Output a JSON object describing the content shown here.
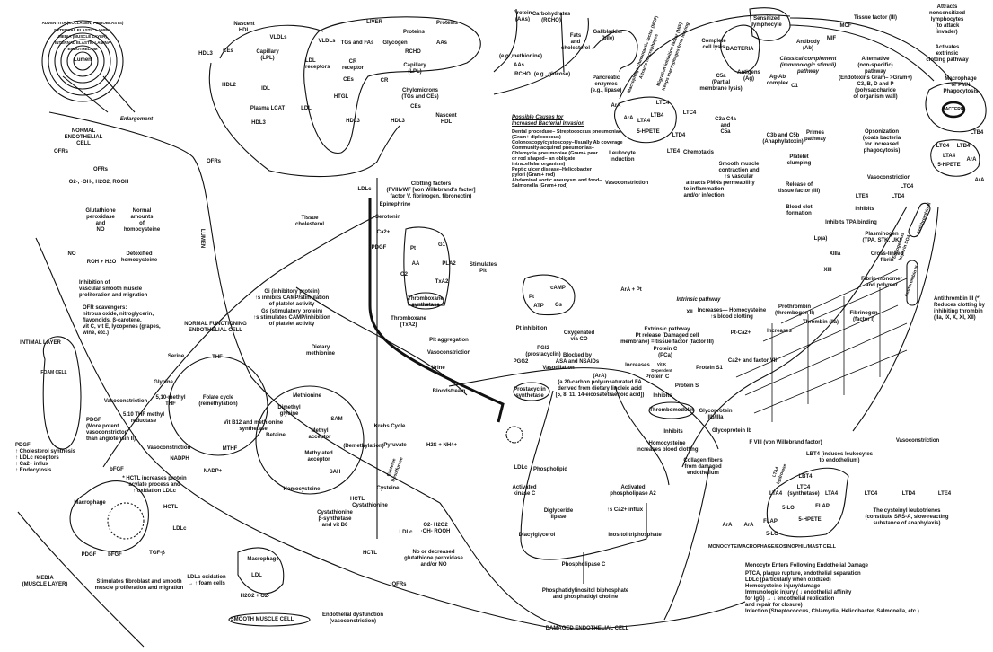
{
  "colors": {
    "ink": "#111111",
    "background": "#ffffff"
  },
  "vessel": {
    "rings": [
      "ADVENTITIA (COLLAGEN, FIBROBLASTS)",
      "EXTERNAL ELASTIC LAMINA",
      "MEDIA (MUSCLE LAYER)",
      "INTERNAL ELASTIC LAMINA",
      "ENDOTHELIUM"
    ],
    "lumen": "Lumen",
    "enlargement": "Enlargement"
  },
  "normal": [
    "NORMAL\nENDOTHELIAL\nCELL",
    "OFRs",
    "OFRs",
    "O2-, ·OH-, H2O2, ROOH",
    "OFRs",
    "Glutathione\nperoxidase\nand\nNO",
    "Normal\namounts\nof\nhomocysteine",
    "NO",
    "ROH + H2O",
    "Detoxified\nhomocysteine",
    "Inhibition of\nvascular smooth muscle\nproliferation and migration",
    "OFR scavengers:\nnitrous oxide, nitroglycerin,\nflavonoids, β-carotene,\nvit C, vit E, lycopenes (grapes,\nwine, etc.)",
    "LUMEN"
  ],
  "liver": [
    "Nascent\nHDL",
    "VLDLs",
    "HDL3",
    "CEs",
    "Capillary\n(LPL)",
    "LIVER",
    "VLDLs",
    "TGs and FAs",
    "Glycogen",
    "RCHO",
    "Proteins",
    "AAs",
    "Proteins",
    "LDL\nreceptors",
    "CR\nreceptor",
    "CEs",
    "HTGL",
    "HDL2",
    "IDL",
    "Plasma LCAT",
    "LDL",
    "HDL3",
    "HDL3",
    "HDL3",
    "CR",
    "Capillary\n(LPL)",
    "Chylomicrons\n(TGs and CEs)",
    "CEs",
    "Nascent\nHDL",
    "LDLc",
    "Tissue\ncholesterol"
  ],
  "platelet": [
    "Clotting factors\n(FVIIIvWF [von Willebrand's factor]\nfactor V, fibrinogen, fibronectin)",
    "Epinephrine",
    "Serotonin",
    "Ca2+",
    "PDGF",
    "Pt",
    "G1",
    "AA",
    "PLA2",
    "O2",
    "TxA2",
    "Thromboxane\nsynthetase",
    "Thromboxane\n(TxA2)",
    "Stimulates\nPlt",
    "Gi (inhibitory protein)\n↑s inhibits CAMP/stimulation\nof platelet activity",
    "Gs (stimulatory protein)\n↑s stimulates CAMP/inhibition\nof platelet activity",
    "NORMAL FUNCTIONING\nENDOTHELIAL CELL",
    "Plt aggregation",
    "Vasoconstriction"
  ],
  "folate": [
    "Serine",
    "THF",
    "Glycine",
    "5,10-methyl\nTHF",
    "Folate cycle\n(remethylation)",
    "5,10 THF methyl\nreductase",
    "Vit B12 and methionine\nsynthetase",
    "MTHF",
    "NADPH",
    "NADP+",
    "Dietary\nmethionine",
    "Methionine",
    "Dimethyl\nglycine",
    "Betaine",
    "SAM",
    "Methyl\nacceptor",
    "Methylated\nacceptor",
    "(Demethylation)",
    "SAH",
    "Homocysteine",
    "Cystathionine\nβ-synthetase\nand vit B6",
    "Cystathionine",
    "Cysteine",
    "Cysteine\nDesulfurase",
    "Pyruvate",
    "Krebs Cycle",
    "H2S + NH4+",
    "Bloodstream",
    "Urine"
  ],
  "intima": [
    "INTIMAL LAYER",
    "FOAM CELL",
    "PDGF\n↑ Cholesterol synthesis\n↑ LDLc receptors\n↑ Ca2+ influx\n↑ Endocytosis",
    "Vasoconstriction",
    "PDGF\n(More potent\nvasoconstrictor\nthan angiotensin II)",
    "Vasoconstriction",
    "bFGF",
    "* HCTL increases protein\nacylate process and\n↑ oxidation LDLc",
    "Macrophage",
    "HCTL",
    "LDLc",
    "PDGF",
    "bFGF",
    "TGF-β",
    "MEDIA\n(MUSCLE LAYER)",
    "Stimulates fibroblast and smooth\nmuscle proliferation and migration",
    "Macrophage",
    "LDL",
    "LDLc oxidation\n→ ↑ foam cells",
    "H2O2 + O2-",
    "SMOOTH MUSCLE CELL",
    "Endothelial dysfunction\n(vasoconstriction)",
    "HCTL",
    "LDLc",
    "O2-   H2O2\n·OH-   ROOH",
    "No or decreased\nglutathione peroxidase\nand/or NO",
    "↑OFRs",
    "HCTL"
  ],
  "digestion": [
    "Protein\n(AAs)",
    "Carbohydrates\n(RCHO)",
    "Fats\nand\ncholesterol",
    "Gallbladder\n(bile)",
    "(e.g.,methionine)",
    "AAs",
    "RCHO",
    "(e.g., glucose)",
    "Pancreatic\nenzymes\n(e.g., lipase)"
  ],
  "bacterial": {
    "title": "Possible Causes for\nIncreased Bacterial Invasion",
    "items": "Dental procedure– Streptococcus pneumoniae\n(Gram+ diplococcus)\nColonoscopy/cystoscopy–Usually Ab coverage\nCommunity-acquired pneumonias–\nChlamydia pneumoniae (Gram+ pear\nor rod shaped– an obligate\nintracellular organism)\nPeptic ulcer disease–Helicobacter\npylori (Gram+ rod)\nAbdominal aortic aneurysm and food–\nSalmonella (Gram+ rod)"
  },
  "immune": [
    "ArA",
    "LTC4",
    "LTB4",
    "LTA4",
    "5-HPETE",
    "ArA",
    "LTC4",
    "LTD4",
    "LTE4",
    "Leukocyte\ninduction",
    "Vasoconstriction",
    "Macrophage chemotactic factor (MCF)\nAttracts macrophages",
    "Migration inhibition factor (MIF)\nKeeps macrophages from leaving",
    "Sensitized\nlymphocyte",
    "BACTERIA",
    "Complete\ncell lysis",
    "Antigens\n(Ag)",
    "Antibody\n(Ab)",
    "Classical complement\n(immunologic stimuli)\npathway",
    "Ag-Ab\ncomplex",
    "C1",
    "C5a\n(Partial\nmembrane lysis)",
    "C3a C4a\nand\nC5a",
    "C3b and C5b\n(Anaphylatoxin)",
    "Primes\npathway",
    "Chemotaxis",
    "attracts PMNs\nto inflammation\nand/or infection",
    "Smooth muscle\ncontraction and\n↑s vascular\npermeability",
    "Platelet\nclumping",
    "Release of\ntissue factor (III)",
    "Blood clot\nformation",
    "Tissue factor (III)",
    "MCF",
    "MIF",
    "Attracts\nnonsensitized\nlymphocytes\n(to attack invader)",
    "Activates\nextrinsic\nclotting pathway",
    "Alternative\n(non-specific)\npathway\n(Endotoxins Gram– >Gram+)\nC3, B, D and P\n(polysaccharide\nof organism wall)",
    "Macrophage\nor PMN\nPhagocytosis",
    "BACTERIA",
    "Opsonization\n(coats bacteria\nfor increased\nphagocytosis)",
    "LTB4",
    "LTC4",
    "LTB4",
    "LTA4",
    "5-HPETE",
    "ArA",
    "Vasoconstriction",
    "LTE4",
    "LTD4",
    "LTC4",
    "ArA"
  ],
  "clotting": [
    "Inhibits",
    "Inhibits TPA binding",
    "Lp(a)",
    "Plasminogen\n(TPA, STK, UK)",
    "XIIIa",
    "Cross-linked\nfibrin",
    "XIII",
    "Fibrin monomer\nand polymer",
    "Antithrombin III",
    "Endogenous\nheparin SO4",
    "Antithrombin III",
    "Antithrombin III (*)\nReduces clotting by\ninhibiting thrombin\n(IIa, IX, X, XI, XII)",
    "ArA + Pt",
    "Intrinsic pathway",
    "XII",
    "Increases— Homocysteine\n↑s blood clotting",
    "Prothrombin\n(thrombogen II)",
    "Thrombin (IIa)",
    "Fibrinogen\n(factor I)",
    "Ca2+ and factor VII",
    "Pt-Ca2+",
    "Increases",
    "Glycoprotein\nIIb/IIIa",
    "Glycoprotein Ib",
    "F VIII (von Willebrand factor)",
    "Collagen fibers\nfrom damaged\nendothelium"
  ],
  "prostacyclin": [
    "Pt inhibition",
    "↑cAMP",
    "Pt",
    "ATP",
    "Gs",
    "PGI2\n(prostacyclin)",
    "Oxygenated\nvia CO",
    "Blocked by\nASA and NSAIDs",
    "PGG2",
    "Vasodilation",
    "Prostacyclin\nsynthetase",
    "(ArA)\n(a 20-carbon polyunsaturated FA\nderived from dietary linoleic acid\n[5, 8, 11, 14-eicosatetraenoic acid])",
    "Extrinsic pathway\nPt release (Damaged cell\nmembrane) = tissue factor (factor III)",
    "Protein C\n(PCa)",
    "Vit K\nDependent",
    "Protein C",
    "Protein S1",
    "Protein S",
    "Increases",
    "Inhibits",
    "Thrombomodulin",
    "Inhibits",
    "Homocysteine\nincreases blood clotting"
  ],
  "damaged": [
    "LDLc",
    "Phospholipid",
    "Activated\nkinase C",
    "Diglyceride\nlipase",
    "Diacylglycerol",
    "↑s Ca2+ influx",
    "Inositol triphosphate",
    "Activated\nphospholipase A2",
    "Phospholipase C",
    "Phosphatidylinositol biphosphate\nand phosphatidyl choline",
    "DAMAGED ENDOTHELIAL CELL"
  ],
  "leukotriene": [
    "LBT4 (induces leukocytes\nto endothelium)",
    "Vasoconstriction",
    "LTA4\nhydrolase",
    "LBT4",
    "LTA4",
    "LTC4\n(synthetase)",
    "LTA4",
    "FLAP",
    "5-LO",
    "5-HPETE",
    "ArA",
    "ArA",
    "FLAP",
    "5-LO",
    "LTC4",
    "LTD4",
    "LTE4",
    "The cysteinyl leukotrienes\n(constitute SRS-A, slow-reacting\nsubstance of anaphylaxis)",
    "MONOCYTE/MACROPHAGE/EOSINOPHIL/MAST CELL"
  ],
  "monocyte": {
    "title": "Monocyte Enters Following Endothelial Damage",
    "items": "PTCA, plaque rupture, endothelial separation\nLDLc (particularly when oxidized)\nHomocysteine injury/damage\nImmunologic injury ( ↓ endothelial affinity\nfor IgG) → ↓ endothelial replication\nand repair for closure)\nInfection (Streptococcus, Chlamydia, Helicobacter, Salmonella, etc.)"
  }
}
